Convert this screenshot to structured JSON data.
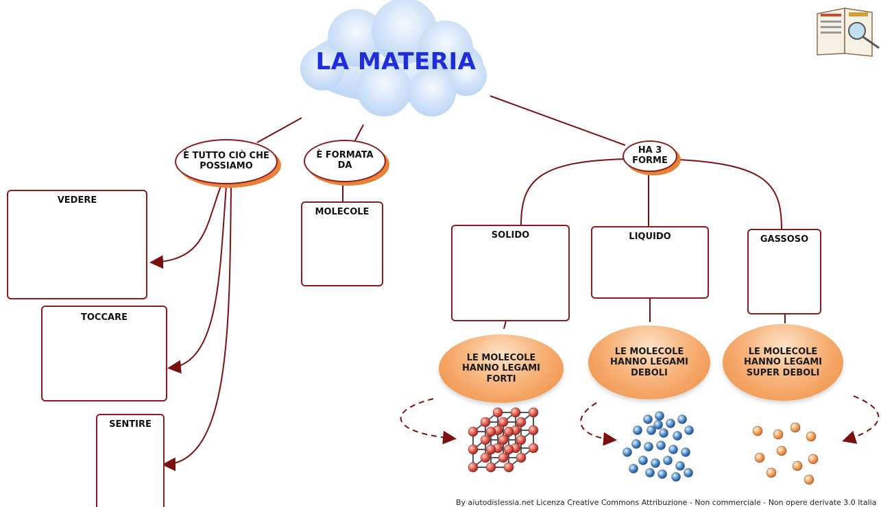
{
  "title": "LA MATERIA",
  "branches": {
    "perceive": "È TUTTO CIÒ CHE POSSIAMO",
    "composed": "È FORMATA DA",
    "forms": "HA 3 FORME"
  },
  "senses": [
    "VEDERE",
    "TOCCARE",
    "SENTIRE"
  ],
  "molecule": "MOLECOLE",
  "states": [
    {
      "name": "SOLIDO",
      "bond": "LE MOLECOLE HANNO LEGAMI FORTI"
    },
    {
      "name": "LIQUIDO",
      "bond": "LE MOLECOLE HANNO LEGAMI DEBOLI"
    },
    {
      "name": "GASSOSO",
      "bond": "LE MOLECOLE HANNO LEGAMI SUPER DEBOLI"
    }
  ],
  "credit": "By aiutodislessia.net Licenza Creative Commons Attribuzione - Non commerciale - Non opere derivate 3.0 Italia",
  "colors": {
    "connector": "#7a1010",
    "title": "#1f2ed6",
    "pill": "#ef8a3e",
    "cloud": "#d7e8fb"
  }
}
